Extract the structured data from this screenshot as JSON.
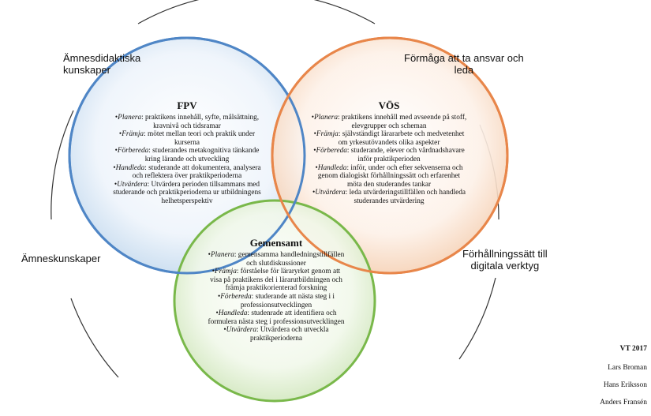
{
  "outer_labels": {
    "top_left": "Ämnesdidaktiska\nkunskaper",
    "top_right": "Förmåga att ta ansvar och\nleda",
    "middle_left": "Ämneskunskaper",
    "middle_right": "Förhållningssätt till\ndigitala verktyg"
  },
  "colors": {
    "fpv_stroke": "#4f86c6",
    "fpv_fill": "#c9ddf0",
    "vos_stroke": "#e8864a",
    "vos_fill": "#f6d3b8",
    "gem_stroke": "#79b84a",
    "gem_fill": "#d3e8c0",
    "outer_arc": "#333333"
  },
  "circles": {
    "fpv": {
      "title": "FPV",
      "items": [
        {
          "term": "Planera",
          "text": ": praktikens innehåll, syfte, målsättning, kravnivå och tidsramar"
        },
        {
          "term": "Främja",
          "text": ": mötet mellan teori och praktik under kurserna"
        },
        {
          "term": "Förbereda",
          "text": ": studerandes metakognitiva tänkande kring lärande och utveckling"
        },
        {
          "term": "Handleda",
          "text": ": studerande att dokumentera, analysera och reflektera över praktikperioderna"
        },
        {
          "term": "Utvärdera",
          "text": ": Utvärdera perioden tillsammans med studerande och praktikperioderna ur utbildningens helhetsperspektiv"
        }
      ]
    },
    "vos": {
      "title": "VÖS",
      "items": [
        {
          "term": "Planera",
          "text": ": praktikens innehåll med avseende på stoff, elevgrupper och scheman"
        },
        {
          "term": "Främja",
          "text": ": självständigt lärararbete och medvetenhet om yrkesutövandets olika aspekter"
        },
        {
          "term": "Förbereda",
          "text": ": studerande, elever och vårdnadshavare inför praktikperioden"
        },
        {
          "term": "Handleda",
          "text": ": inför, under och efter sekvenserna och genom dialogiskt förhållningssätt och erfarenhet möta den studerandes tankar"
        },
        {
          "term": "Utvärdera",
          "text": ": leda utvärderingstillfällen och handleda studerandes utvärdering"
        }
      ]
    },
    "gemensamt": {
      "title": "Gemensamt",
      "items": [
        {
          "term": "Planera",
          "text": ": gemensamma handledningstillfällen och slutdiskussioner"
        },
        {
          "term": "Främja",
          "text": ": förståelse för läraryrket genom att visa på praktikens del i lärarutbildningen och främja praktikorienterad forskning"
        },
        {
          "term": "Förbereda",
          "text": ": studerande att nästa steg i i professionsutvecklingen"
        },
        {
          "term": "Handleda",
          "text": ": studenrade att identifiera och formulera nästa steg i professionsutvecklingen"
        },
        {
          "term": "Utvärdera",
          "text": ": Utvärdera och utveckla praktikperioderna"
        }
      ]
    }
  },
  "credits": {
    "period": "VT 2017",
    "names": [
      "Lars Broman",
      "Hans Eriksson",
      "Anders Fransén"
    ]
  }
}
